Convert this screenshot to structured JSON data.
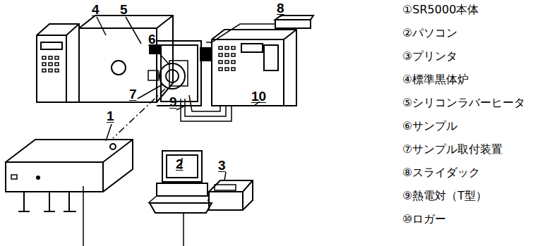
{
  "diagram": {
    "labels": [
      "1",
      "2",
      "3",
      "4",
      "5",
      "6",
      "7",
      "8",
      "9",
      "10",
      "①SR5000本体",
      "②パソコン",
      "③プリンタ",
      "④標準黒体炉",
      "⑤シリコンラバーヒータ",
      "⑥サンプル",
      "⑦サンプル取付装置",
      "⑧スライダック",
      "⑨熱電対（T型）",
      "⑩ロガー"
    ]
  }
}
